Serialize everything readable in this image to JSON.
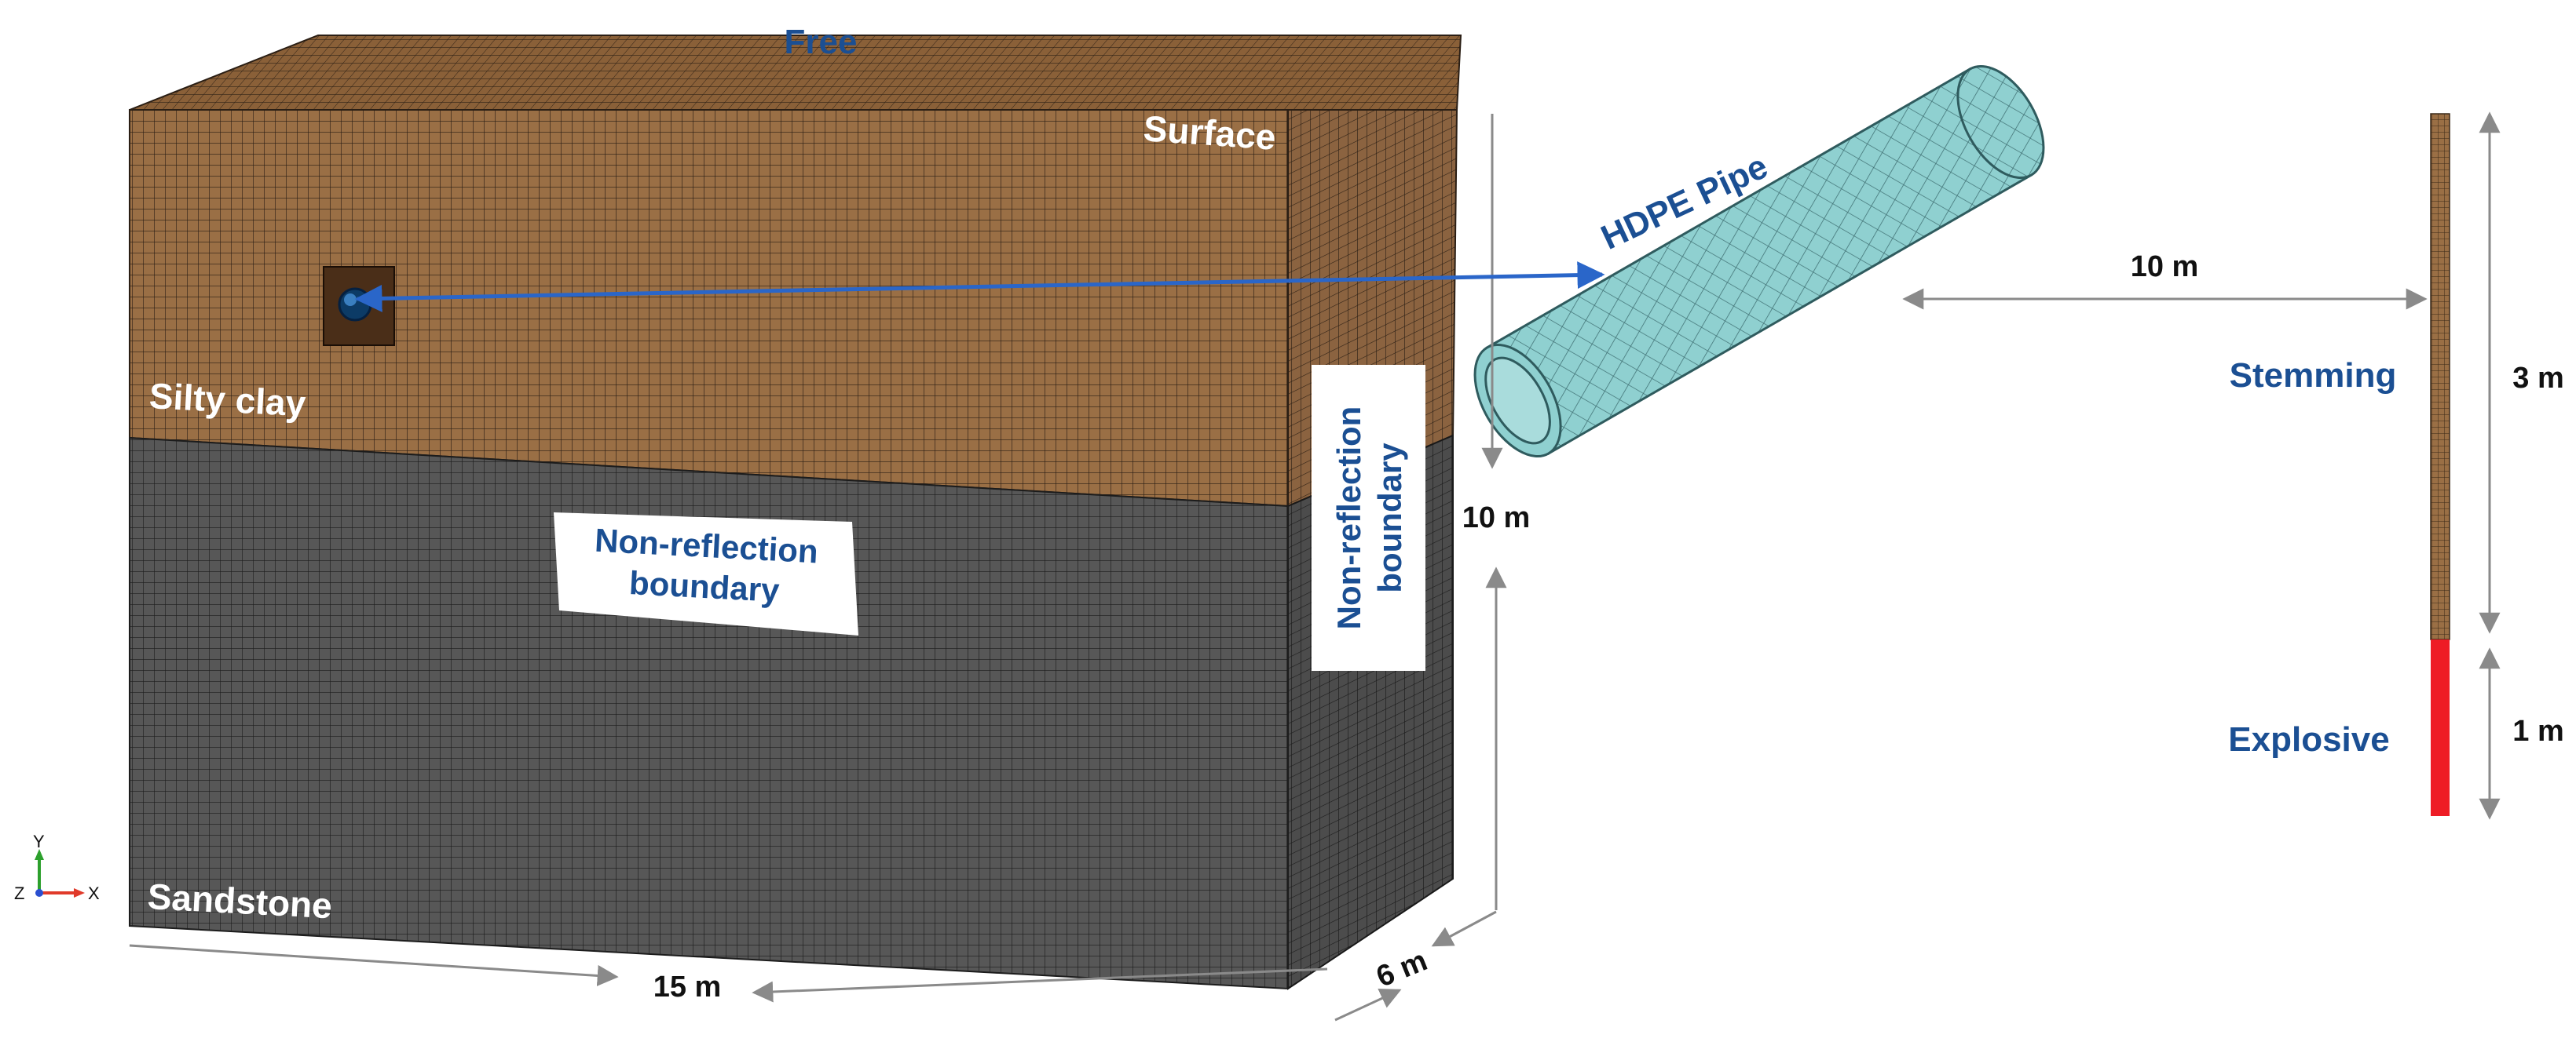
{
  "labels": {
    "free": "Free",
    "surface": "Surface",
    "silty_clay": "Silty clay",
    "sandstone": "Sandstone",
    "nrb_front_1": "Non-reflection",
    "nrb_front_2": "boundary",
    "nrb_side_1": "Non-reflection",
    "nrb_side_2": "boundary",
    "hdpe_pipe": "HDPE Pipe",
    "stemming": "Stemming",
    "explosive": "Explosive",
    "axis_y": "Y",
    "axis_x": "X",
    "axis_z": "Z"
  },
  "dimensions": {
    "height": "10 m",
    "length": "15 m",
    "width": "6 m",
    "pipe_distance": "10 m",
    "stemming_length": "3 m",
    "explosive_length": "1 m"
  },
  "colors": {
    "clay": "#9a6f45",
    "clay_top": "#8a6038",
    "clay_side": "#8b6340",
    "sand": "#575757",
    "sand_side": "#4c4c4c",
    "mesh_line": "#1e1a16",
    "pipe": "#8fd0d0",
    "pipe_inner": "#a9dcdc",
    "label_blue": "#1b4f93",
    "arrow_blue": "#2a66c9",
    "dim_gray": "#8a8a8a",
    "explosive_red": "#ee1c25",
    "stemming_brown": "#9a6f45"
  }
}
